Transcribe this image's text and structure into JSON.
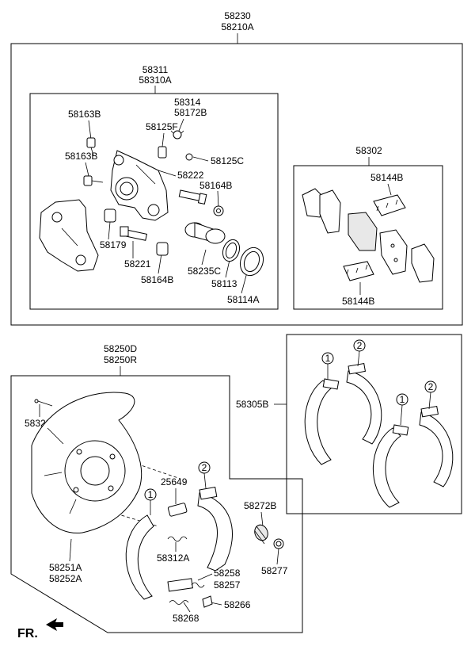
{
  "assembly": {
    "top_line1": "58230",
    "top_line2": "58210A"
  },
  "caliper": {
    "title_line1": "58311",
    "title_line2": "58310A",
    "labels": {
      "p58163B_top": "58163B",
      "p58163B_mid": "58163B",
      "p58314": "58314",
      "p58172B": "58172B",
      "p58125F": "58125F",
      "p58125C": "58125C",
      "p58222": "58222",
      "p58164B_right": "58164B",
      "p58179": "58179",
      "p58221": "58221",
      "p58164B_bottom": "58164B",
      "p58235C": "58235C",
      "p58113": "58113",
      "p58114A": "58114A"
    }
  },
  "pads": {
    "title": "58302",
    "clip_top": "58144B",
    "clip_bottom": "58144B"
  },
  "backplate": {
    "title_line1": "58250D",
    "title_line2": "58250R",
    "labels": {
      "p58323": "58323",
      "p25649": "25649",
      "p58272B": "58272B",
      "p58312A": "58312A",
      "p58258": "58258",
      "p58257": "58257",
      "p58277": "58277",
      "p58251A": "58251A",
      "p58252A": "58252A",
      "p58268": "58268",
      "p58266": "58266"
    },
    "markers": {
      "m2": "2",
      "m1": "1"
    }
  },
  "shoes": {
    "title": "58305B",
    "markers": {
      "a1": "1",
      "a2": "2",
      "b1": "1",
      "b2": "2"
    }
  },
  "direction": {
    "label": "FR."
  }
}
